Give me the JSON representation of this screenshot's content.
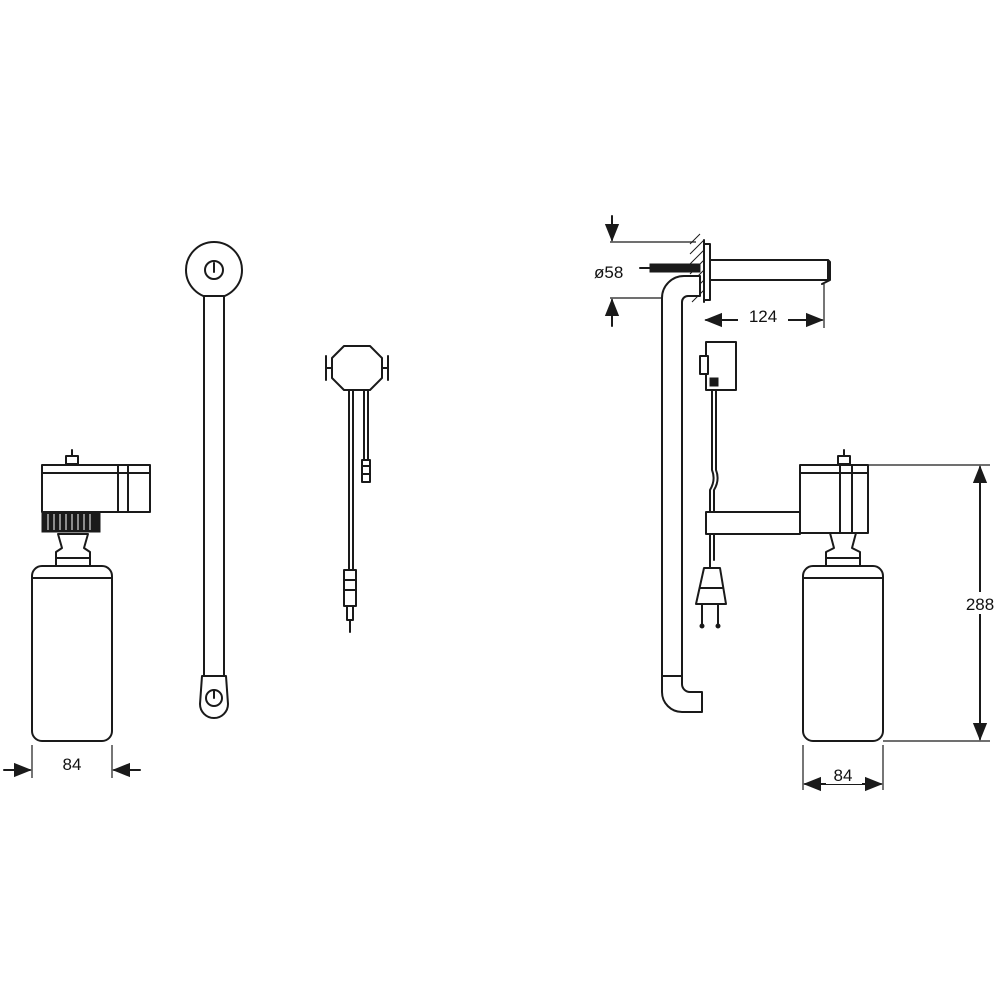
{
  "dimensions": {
    "left_bottle_width": "84",
    "spout_diameter": "ø58",
    "spout_projection": "124",
    "overall_height": "288",
    "right_bottle_width": "84"
  },
  "colors": {
    "line": "#1a1a1a",
    "background": "#ffffff"
  }
}
